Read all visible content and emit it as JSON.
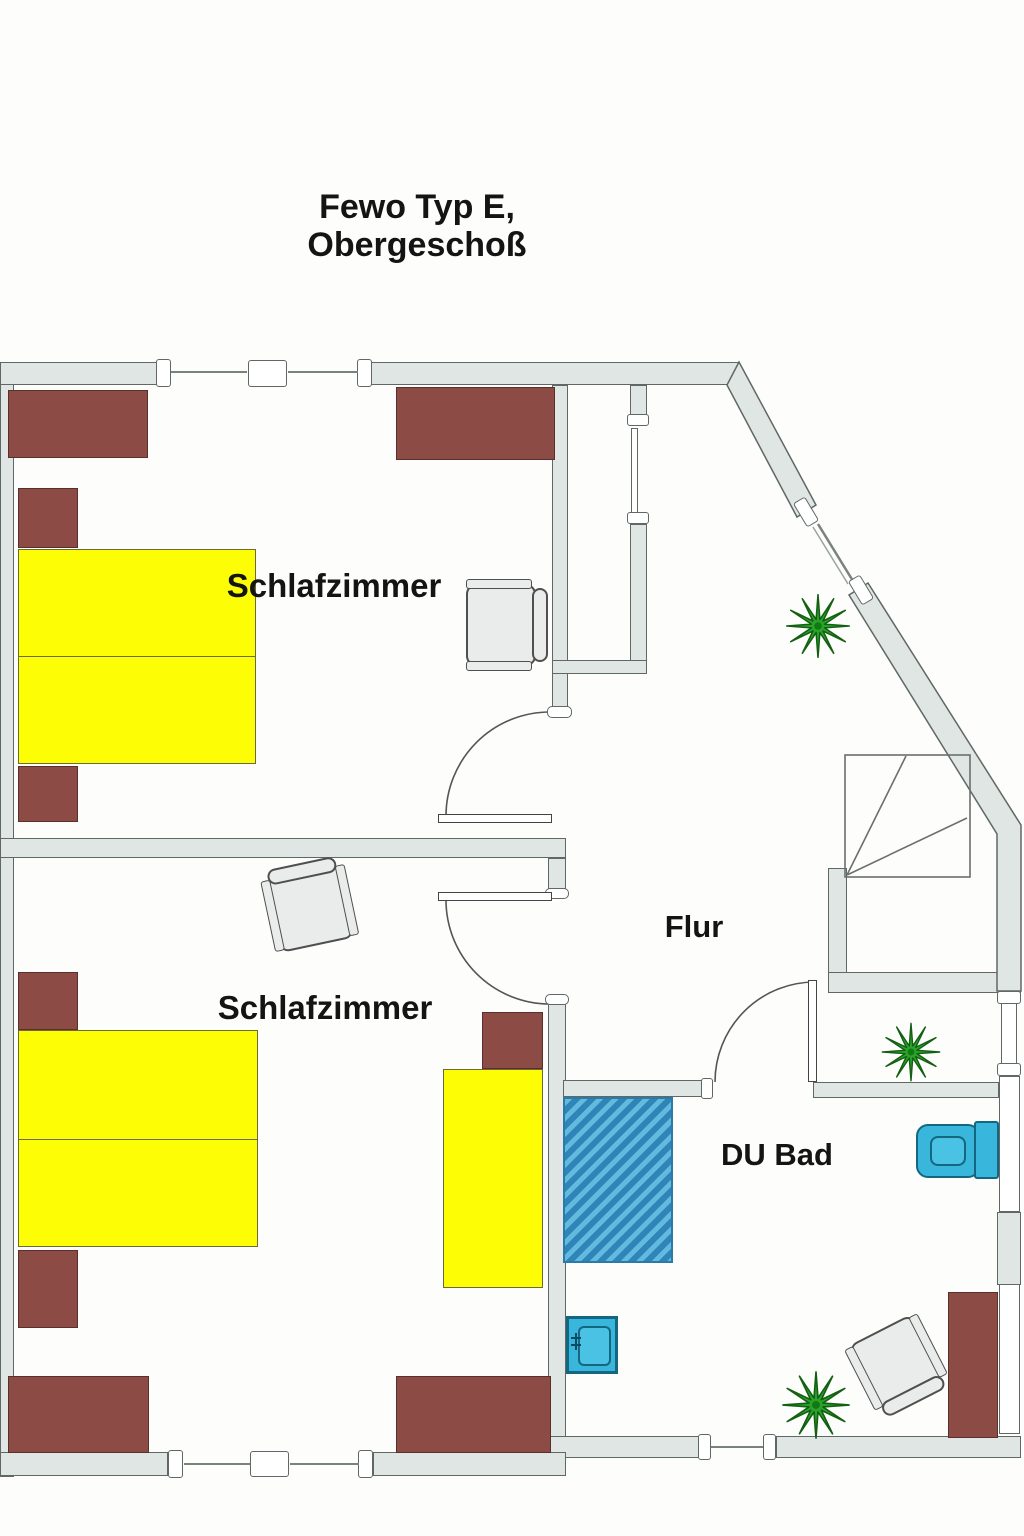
{
  "title": {
    "line1": "Fewo Typ E,",
    "line2": "Obergeschoß"
  },
  "rooms": {
    "bedroom_top": {
      "label": "Schlafzimmer"
    },
    "bedroom_bottom": {
      "label": "Schlafzimmer"
    },
    "hallway": {
      "label": "Flur"
    },
    "bathroom": {
      "label": "DU Bad"
    }
  },
  "furniture": [
    "double-bed (bedroom top)",
    "two nightstands (bedroom top)",
    "wardrobe left (bedroom top)",
    "wardrobe right (bedroom top)",
    "armchair (bedroom top)",
    "double-bed (bedroom bottom)",
    "two nightstands (bedroom bottom)",
    "single-bed with headboard (bedroom bottom)",
    "wardrobe left (bedroom bottom)",
    "wardrobe right (bedroom bottom)",
    "armchair (bedroom bottom)",
    "shower (bathroom)",
    "toilet (bathroom)",
    "washbasin (bathroom)",
    "cabinet (bathroom)",
    "armchair (bathroom)",
    "winder-stairs (hallway)",
    "plant (hallway upper)",
    "plant (hallway lower)",
    "plant (bathroom)"
  ],
  "colors": {
    "wall_fill": "#e0e6e4",
    "wall_outline": "#5f6865",
    "furniture_wood": "#8c4b45",
    "bed_yellow": "#fdfd06",
    "shower_light": "#63b9de",
    "shower_dark": "#2e86b8",
    "sanitary_cyan": "#38b6dc",
    "plant_green": "#2ba32b",
    "chair_gray": "#e9ecea",
    "text": "#141414"
  }
}
